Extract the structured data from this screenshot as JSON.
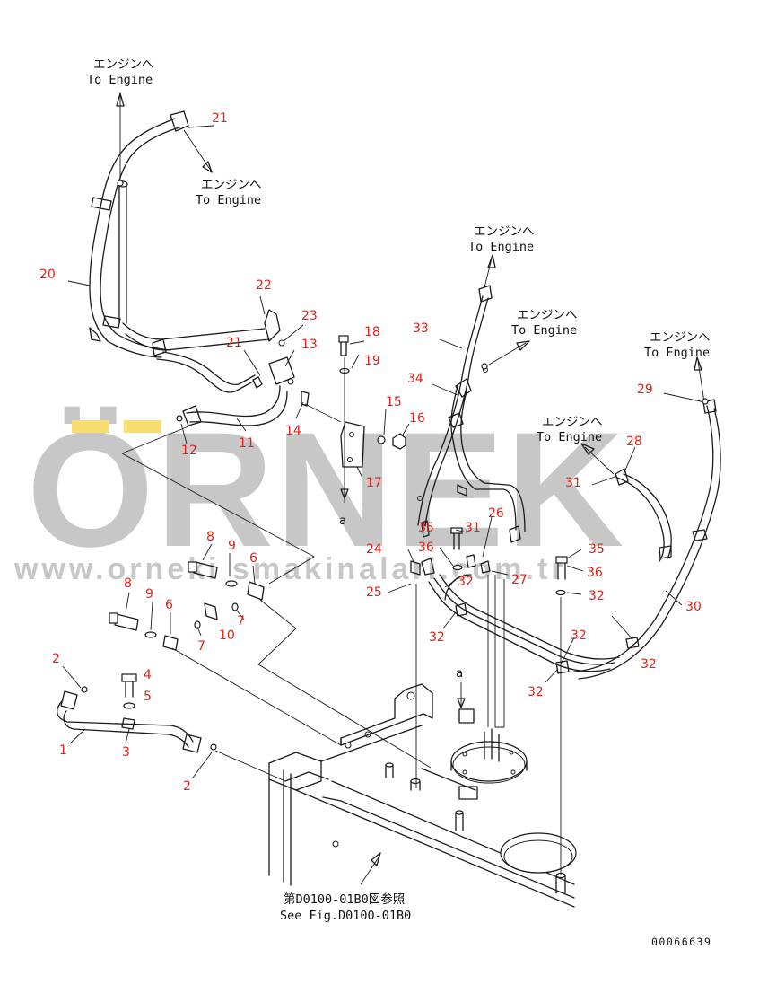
{
  "colors": {
    "callout": "#e0241b",
    "line": "#1a1a1a",
    "watermark": "#9a9a9a",
    "watermark_accent": "#f2c200"
  },
  "watermark": {
    "brand": "ÖRNEK",
    "url": "www.orneki smakinalari.com.tr"
  },
  "callouts": [
    "21",
    "20",
    "22",
    "23",
    "21",
    "13",
    "18",
    "19",
    "15",
    "16",
    "17",
    "14",
    "11",
    "12",
    "33",
    "34",
    "29",
    "28",
    "31",
    "30",
    "35",
    "31",
    "26",
    "24",
    "36",
    "32",
    "27",
    "25",
    "32",
    "35",
    "36",
    "32",
    "32",
    "32",
    "32",
    "8",
    "9",
    "6",
    "8",
    "9",
    "6",
    "7",
    "10",
    "7",
    "2",
    "4",
    "5",
    "1",
    "3",
    "2"
  ],
  "notes": {
    "engine_jp": "エンジンへ",
    "engine_en": "To Engine",
    "detail_a": "a",
    "ref_jp": "第D0100-01B0図参照",
    "ref_en": "See Fig.D0100-01B0"
  },
  "document_id": "00066639"
}
